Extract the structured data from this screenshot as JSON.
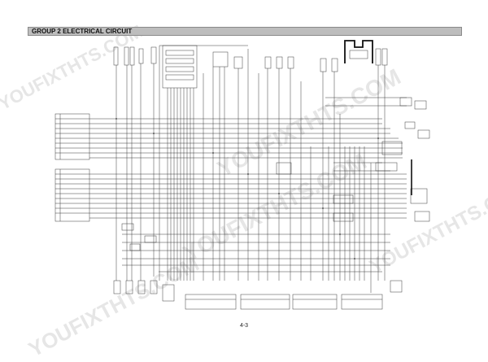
{
  "header": {
    "title": "GROUP 2 ELECTRICAL CIRCUIT"
  },
  "watermark": {
    "text": "YOUFIXTHTS.COM"
  },
  "footer": {
    "page_number": "4-3"
  },
  "colors": {
    "header_bg": "#bdbdbd",
    "wire": "#3a3a3a",
    "watermark": "#e6e6e6"
  }
}
